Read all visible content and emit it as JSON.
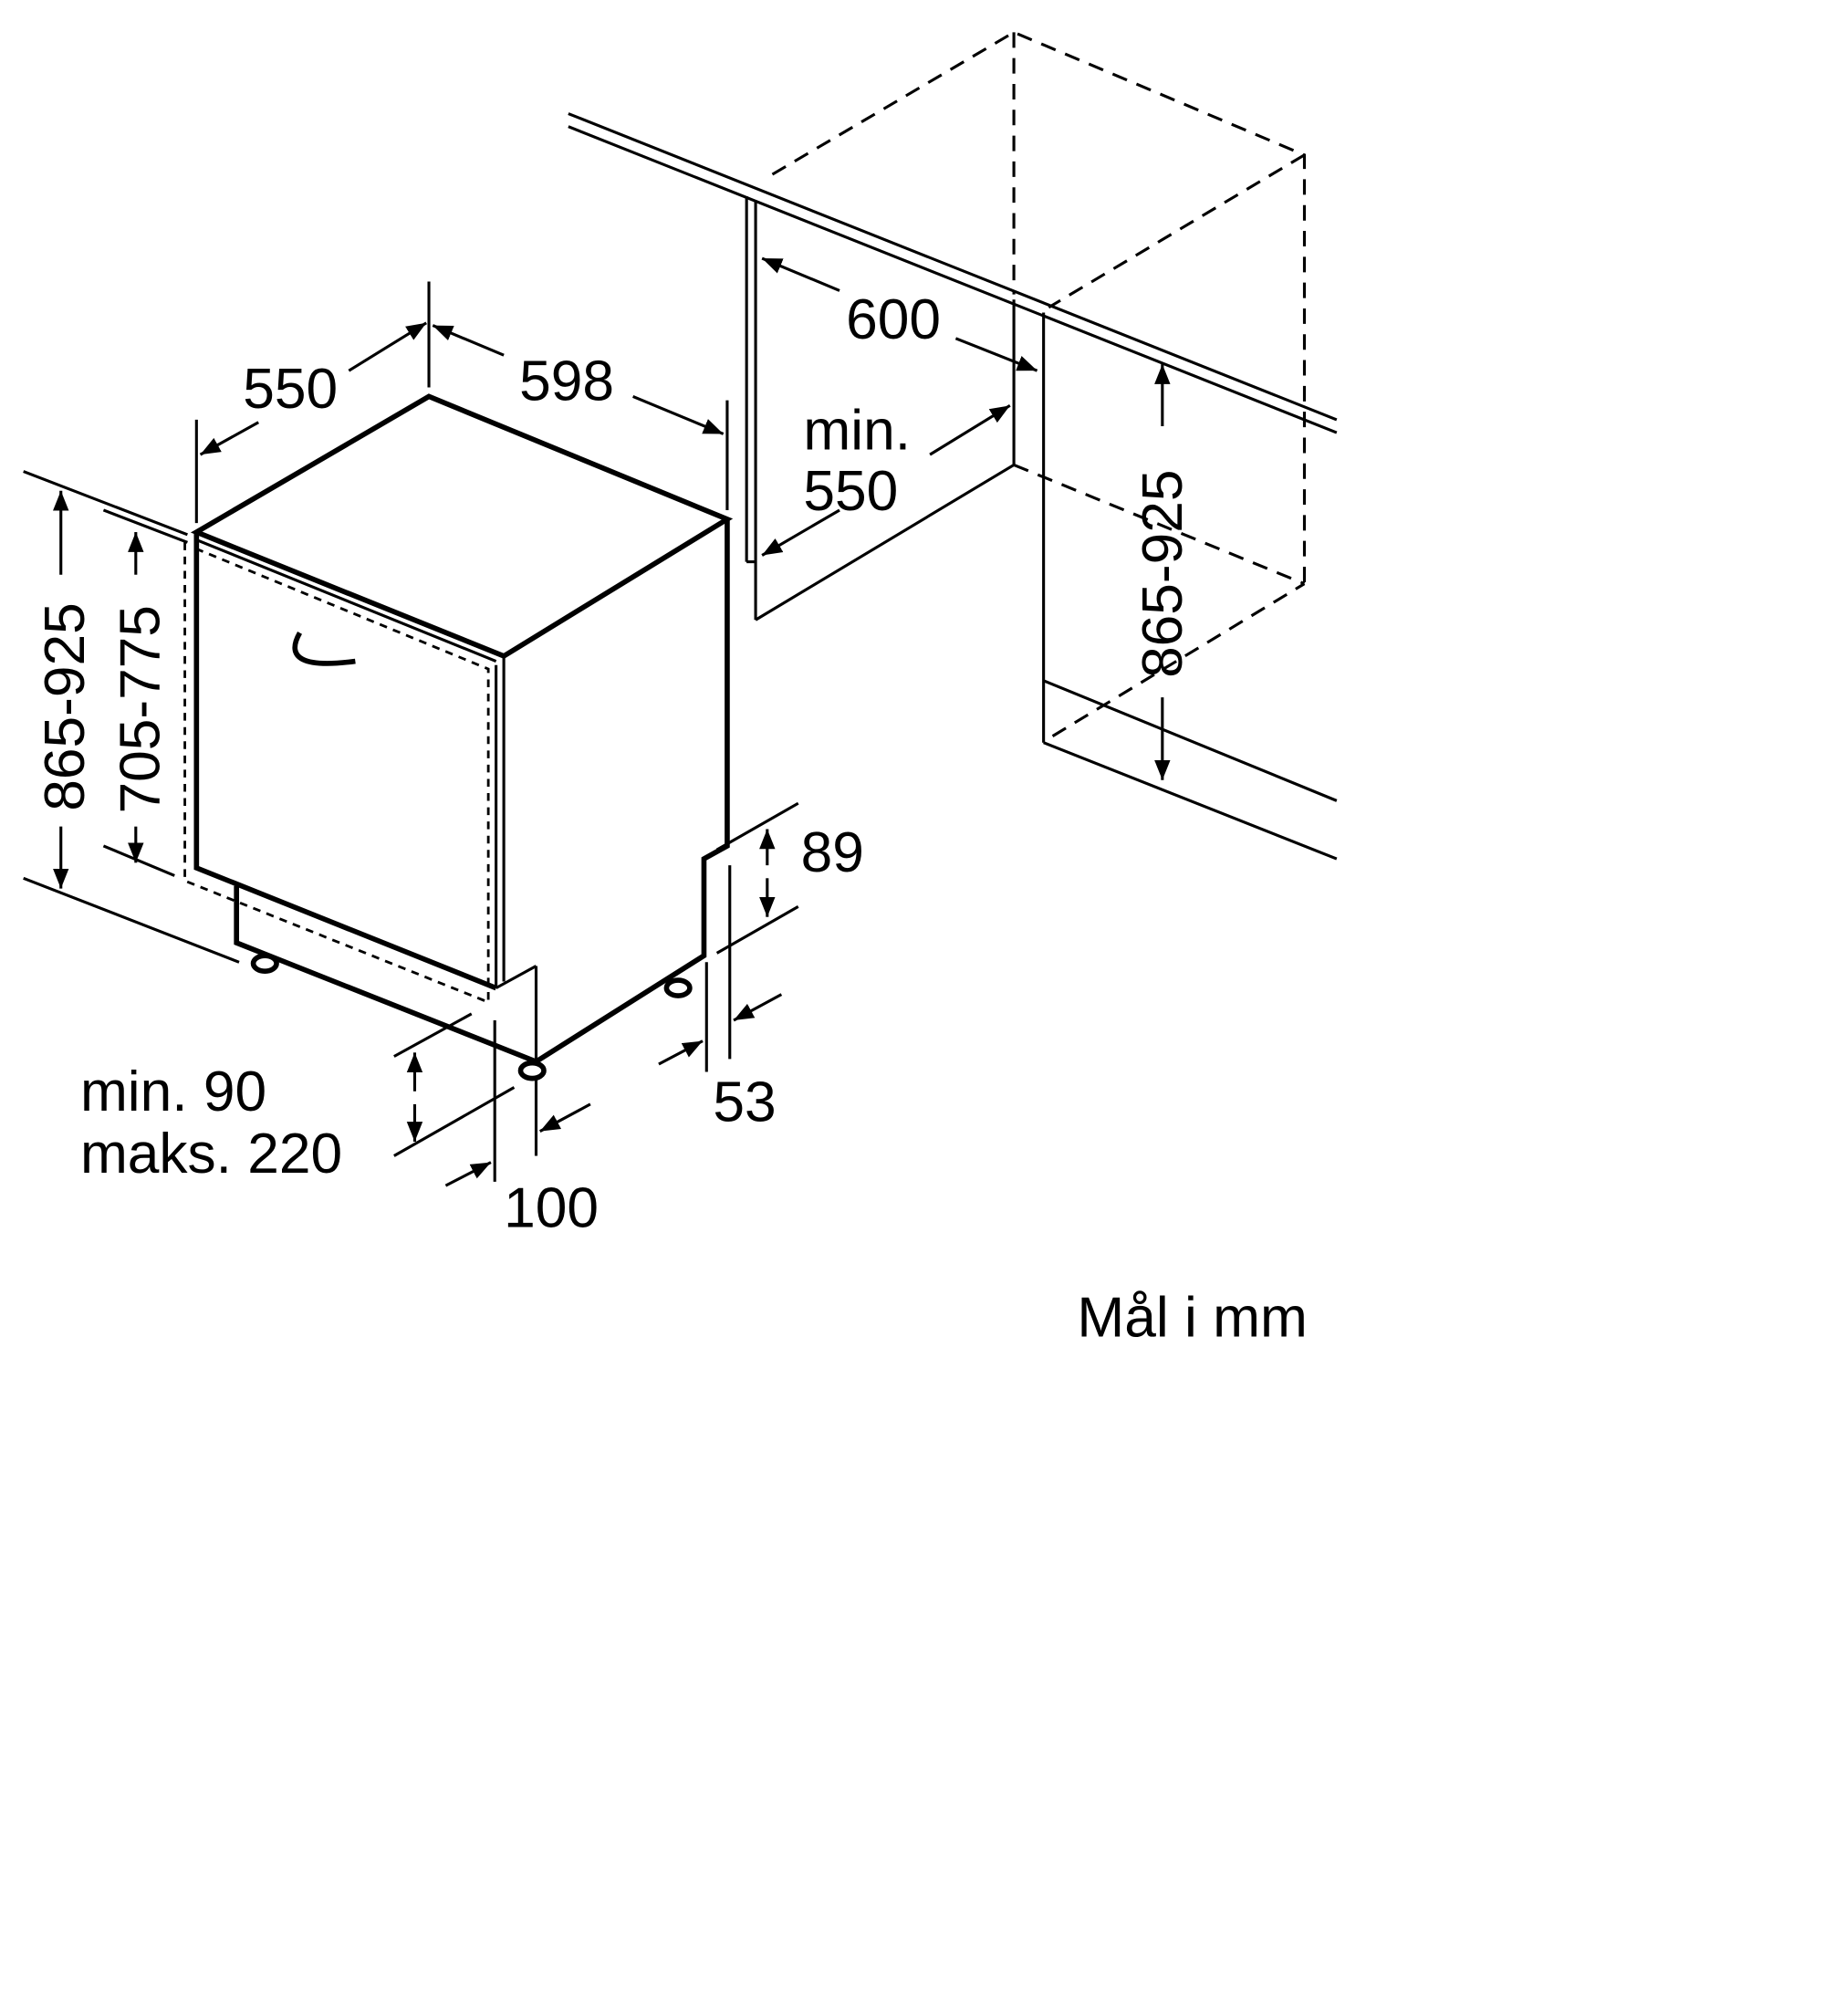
{
  "labels": {
    "depth_appliance": "550",
    "width_appliance": "598",
    "niche_width": "600",
    "niche_depth_min": "min.",
    "niche_depth_value": "550",
    "niche_height": "865-925",
    "appliance_height": "865-925",
    "door_height": "705-775",
    "plinth_height": "89",
    "plinth_depth": "53",
    "door_gap_min": "min. 90",
    "door_gap_max": "maks. 220",
    "foot_offset": "100",
    "units_note": "Mål i mm"
  }
}
